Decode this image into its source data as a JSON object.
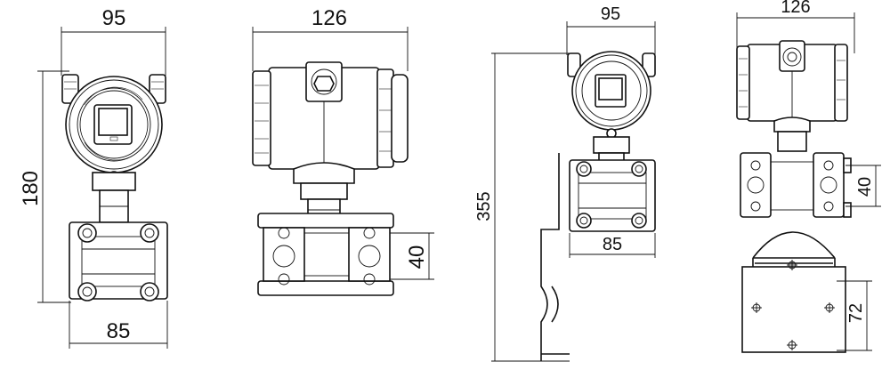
{
  "views": [
    {
      "name": "front-view-1",
      "dims": {
        "width_top": "95",
        "height": "180",
        "width_bottom": "85"
      }
    },
    {
      "name": "side-view-1",
      "dims": {
        "width_top": "126",
        "flange": "40"
      }
    },
    {
      "name": "front-view-2",
      "dims": {
        "width_top": "95",
        "height": "355",
        "width_bottom": "85"
      }
    },
    {
      "name": "side-view-2",
      "dims": {
        "width_top": "126",
        "flange": "40",
        "bracket": "72"
      }
    }
  ],
  "labels": {
    "dim_95_a": "95",
    "dim_180": "180",
    "dim_85_a": "85",
    "dim_126_a": "126",
    "dim_40_a": "40",
    "dim_95_b": "95",
    "dim_355": "355",
    "dim_85_b": "85",
    "dim_126_b": "126",
    "dim_40_b": "40",
    "dim_72": "72"
  }
}
